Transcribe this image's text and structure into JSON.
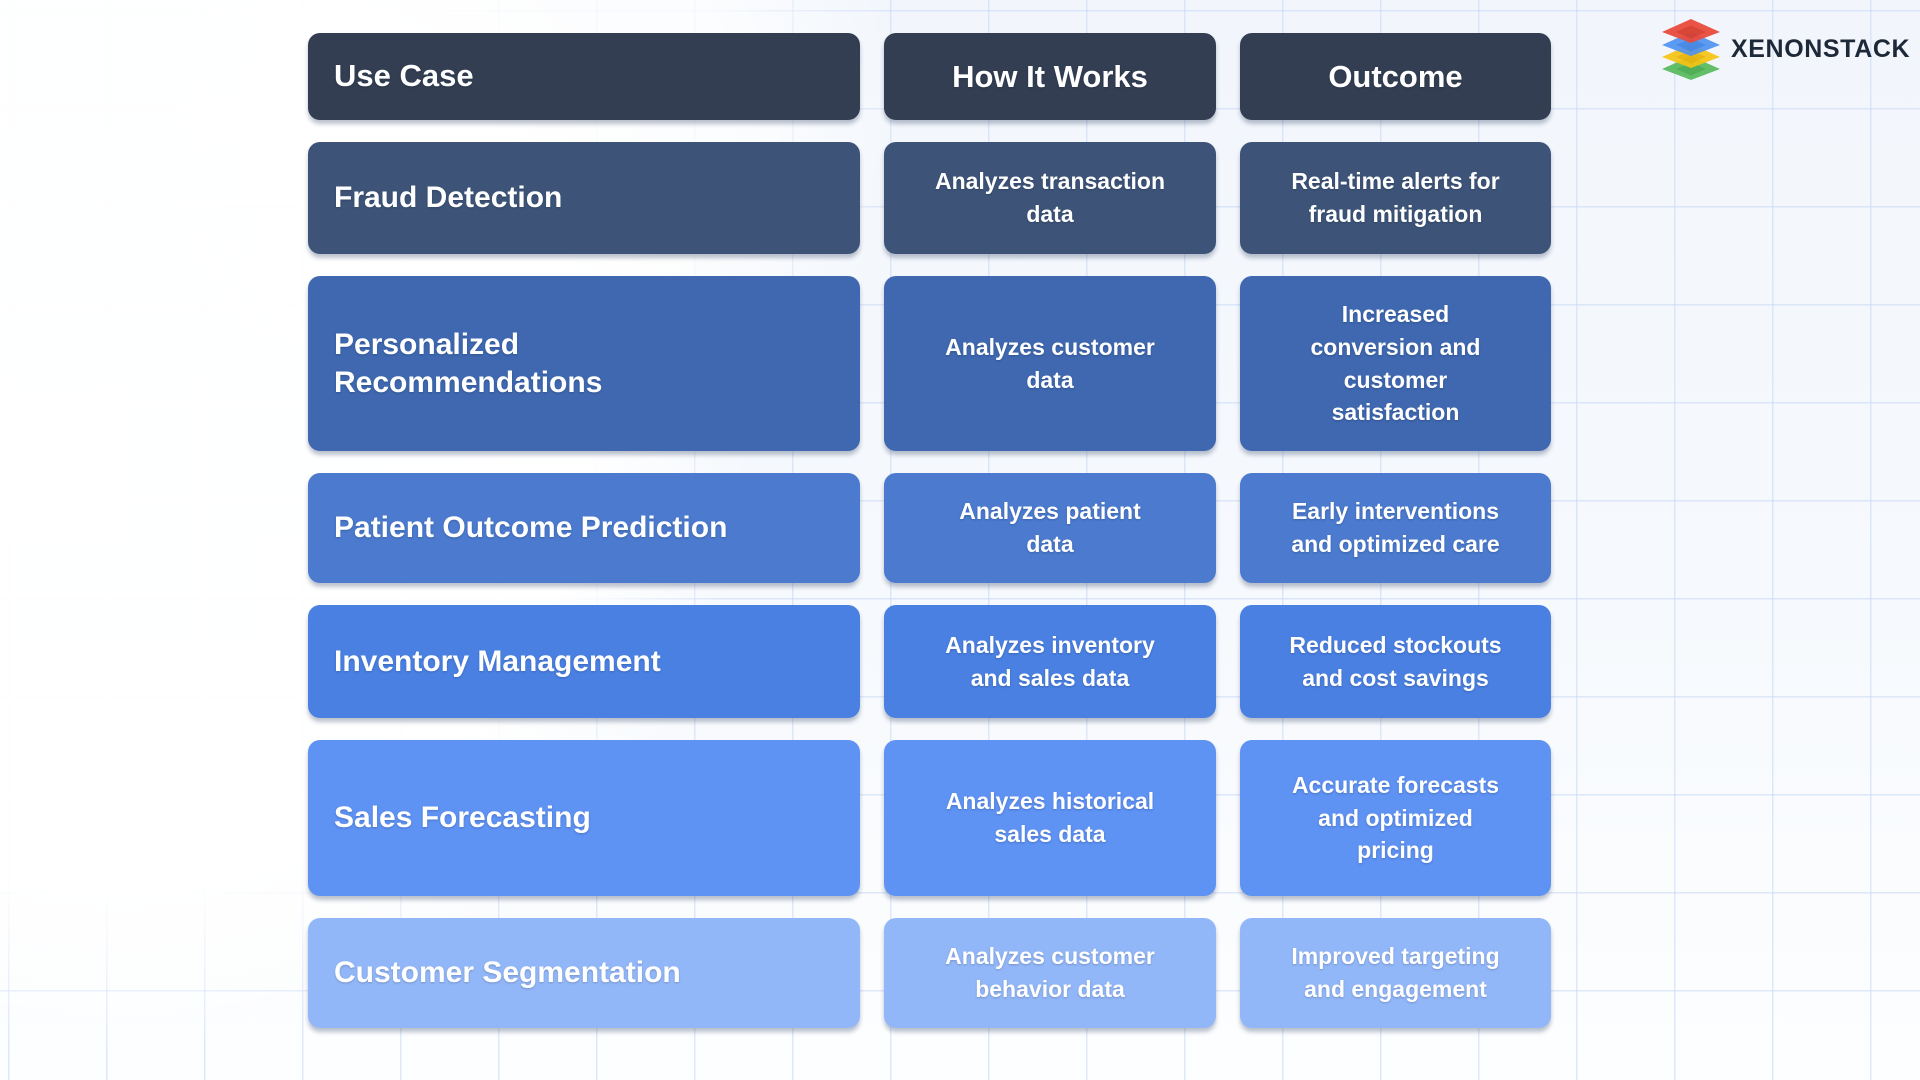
{
  "logo": {
    "brand": "XENONSTACK",
    "icon": "layers-stack-icon",
    "layer_colors": [
      "#e84b3c",
      "#4f92f0",
      "#f5c313",
      "#56b95a"
    ],
    "layer_inner_colors": [
      "#c93a2b",
      "#3b7ddd",
      "#dca90a",
      "#41a24c"
    ],
    "text_color": "#1d2839"
  },
  "background": {
    "base_color": "#f3f7fc",
    "grid_line_color": "#d9e5f8"
  },
  "table": {
    "header_bg": "#333e52",
    "headers": [
      {
        "label": "Use Case"
      },
      {
        "label": "How It Works"
      },
      {
        "label": "Outcome"
      }
    ],
    "rows": [
      {
        "bg": "#3d5478",
        "use_case": "Fraud Detection",
        "how_it_works": "Analyzes transaction\ndata",
        "outcome": "Real-time alerts for\nfraud mitigation"
      },
      {
        "bg": "#3f68b0",
        "use_case": "Personalized\nRecommendations",
        "how_it_works": "Analyzes customer\ndata",
        "outcome": "Increased\nconversion and\ncustomer\nsatisfaction"
      },
      {
        "bg": "#4b7ace",
        "use_case": "Patient Outcome Prediction",
        "how_it_works": "Analyzes patient\ndata",
        "outcome": "Early interventions\nand optimized care"
      },
      {
        "bg": "#4a80e2",
        "use_case": "Inventory Management",
        "how_it_works": "Analyzes inventory\nand sales data",
        "outcome": "Reduced stockouts\nand cost savings"
      },
      {
        "bg": "#5e92f3",
        "use_case": "Sales Forecasting",
        "how_it_works": "Analyzes historical\nsales data",
        "outcome": "Accurate forecasts\nand optimized\npricing"
      },
      {
        "bg": "#92b7f8",
        "use_case": "Customer Segmentation",
        "how_it_works": "Analyzes customer\nbehavior data",
        "outcome": "Improved targeting\nand engagement"
      }
    ]
  }
}
